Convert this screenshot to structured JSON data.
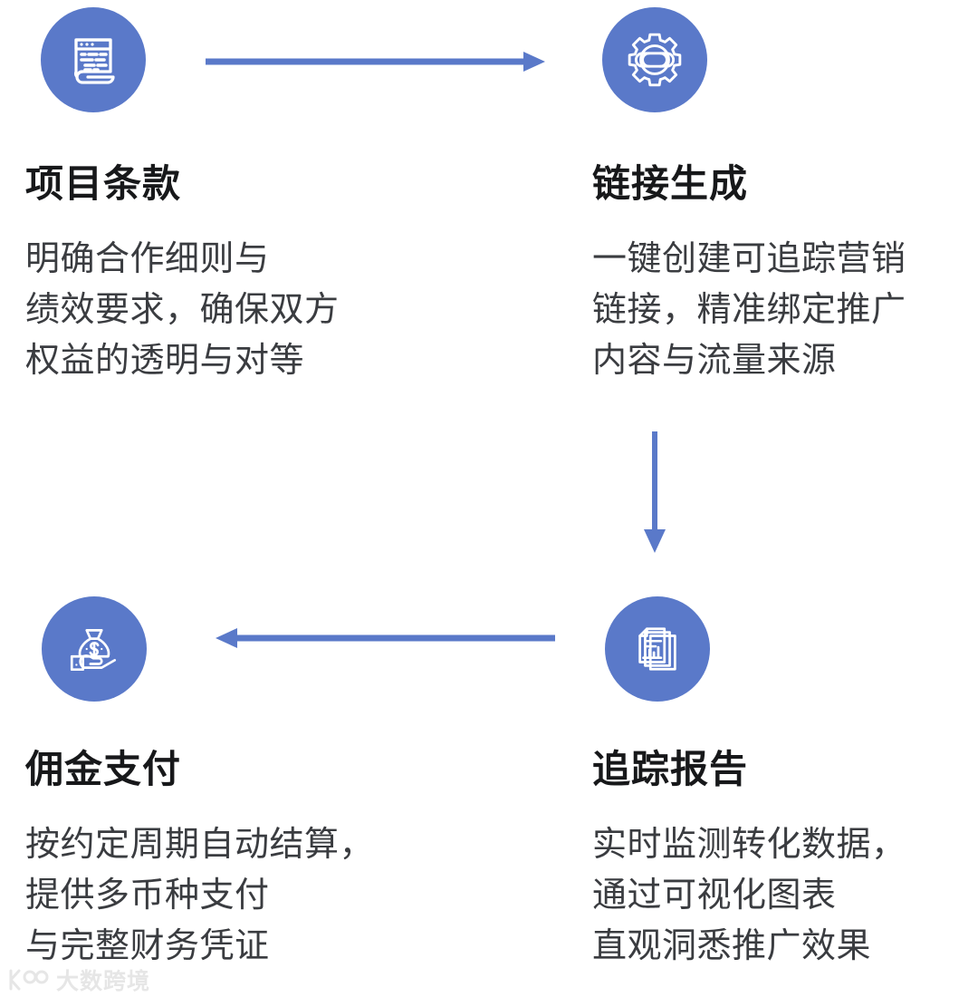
{
  "theme": {
    "accent_color": "#5a79c9",
    "title_color": "#17181a",
    "body_color": "#3a3c40",
    "background": "#ffffff"
  },
  "steps": [
    {
      "id": "terms",
      "icon": "document-terms-icon",
      "title": "项目条款",
      "lines": [
        "明确合作细则与",
        "绩效要求，确保双方",
        "权益的透明与对等"
      ]
    },
    {
      "id": "link",
      "icon": "gear-link-icon",
      "title": "链接生成",
      "lines": [
        "一键创建可追踪营销",
        "链接，精准绑定推广",
        "内容与流量来源"
      ]
    },
    {
      "id": "report",
      "icon": "report-chart-icon",
      "title": "追踪报告",
      "lines": [
        "实时监测转化数据，",
        "通过可视化图表",
        "直观洞悉推广效果"
      ]
    },
    {
      "id": "payout",
      "icon": "money-hand-icon",
      "title": "佣金支付",
      "lines": [
        "按约定周期自动结算，",
        "提供多币种支付",
        "与完整财务凭证"
      ]
    }
  ],
  "arrows": [
    {
      "id": "arrow-right-top",
      "direction": "right",
      "from": "terms",
      "to": "link"
    },
    {
      "id": "arrow-down-right",
      "direction": "down",
      "from": "link",
      "to": "report"
    },
    {
      "id": "arrow-left-bottom",
      "direction": "left",
      "from": "report",
      "to": "payout"
    }
  ],
  "watermark": {
    "text": "大数跨境",
    "mark": "100-logo-mark"
  }
}
